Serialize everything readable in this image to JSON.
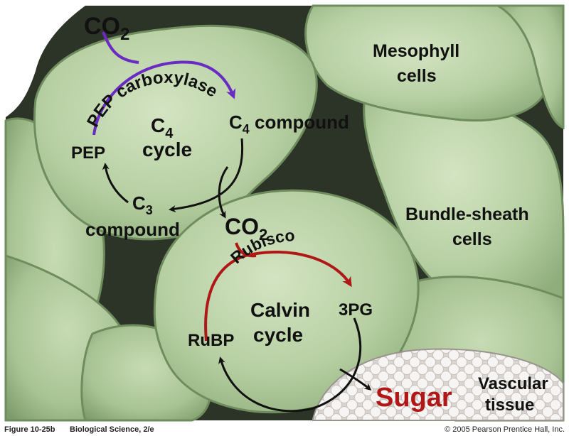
{
  "labels": {
    "co2_top": "CO",
    "co2_top_sub": "2",
    "enzyme_pep": "PEP carboxylase",
    "c4_compound_c": "C",
    "c4_compound_sub": "4",
    "c4_compound_rest": " compound",
    "c4_cycle_c": "C",
    "c4_cycle_sub": "4",
    "c4_cycle_word": "cycle",
    "pep": "PEP",
    "c3_c": "C",
    "c3_sub": "3",
    "c3_word": "compound",
    "mesophyll_line1": "Mesophyll",
    "mesophyll_line2": "cells",
    "bundle_line1": "Bundle-sheath",
    "bundle_line2": "cells",
    "co2_mid": "CO",
    "co2_mid_sub": "2",
    "enzyme_rubisco": "Rubisco",
    "calvin_line1": "Calvin",
    "calvin_line2": "cycle",
    "pg3": "3PG",
    "rubp": "RuBP",
    "sugar": "Sugar",
    "vascular_line1": "Vascular",
    "vascular_line2": "tissue"
  },
  "footer": {
    "figure": "Figure 10-25b",
    "source": "Biological Science, 2/e",
    "copyright": "© 2005 Pearson Prentice Hall, Inc."
  },
  "colors": {
    "c4_path": "#6a2bc2",
    "calvin_path": "#b01818",
    "sugar": "#b01818",
    "arrows": "#111111",
    "cell_fill": "#b6cfa2",
    "cell_edge": "#7f9e6e",
    "background_dark": "#2c3327"
  }
}
